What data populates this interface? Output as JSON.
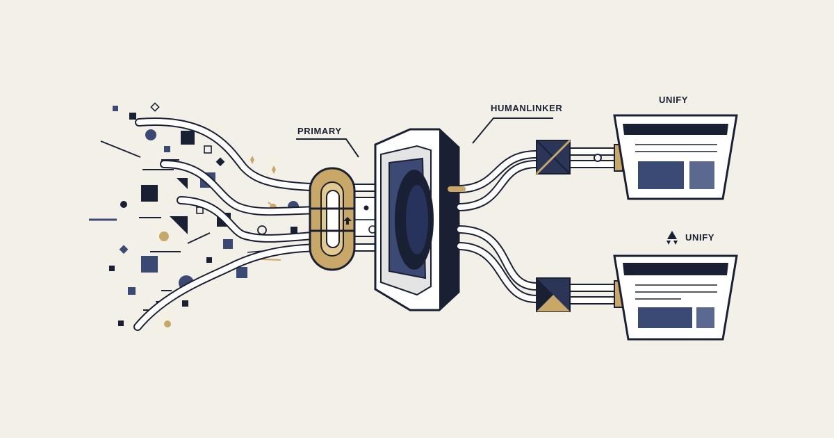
{
  "labels": {
    "primary": "PRIMARY",
    "humanlinker": "HUMANLINKER",
    "unify_top": "UNIFY",
    "unify_bottom": "UNIFY"
  },
  "icons": {
    "logo": "unify-logo-icon",
    "arrow": "arrow-right-icon",
    "up_arrow": "arrow-up-icon"
  },
  "colors": {
    "background": "#f3f0e8",
    "navy": "#1a2033",
    "slate": "#3b4a75",
    "gold": "#c9a867",
    "white": "#ffffff"
  }
}
